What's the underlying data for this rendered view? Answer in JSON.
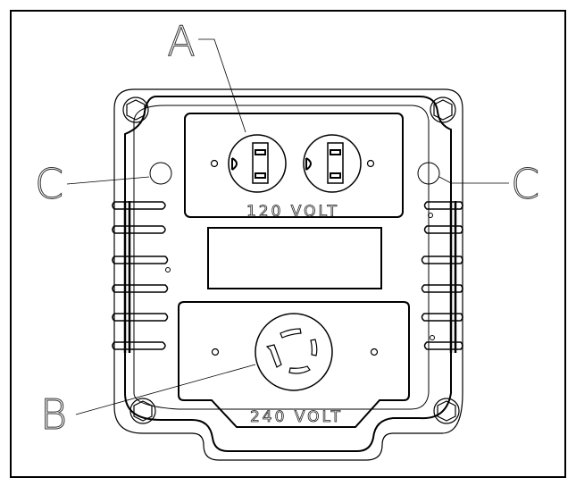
{
  "callouts": {
    "a": "A",
    "b": "B",
    "c_left": "C",
    "c_right": "C"
  },
  "panel_labels": {
    "upper": "120 VOLT",
    "lower": "240 VOLT"
  },
  "colors": {
    "line": "#000000",
    "background": "#ffffff"
  }
}
